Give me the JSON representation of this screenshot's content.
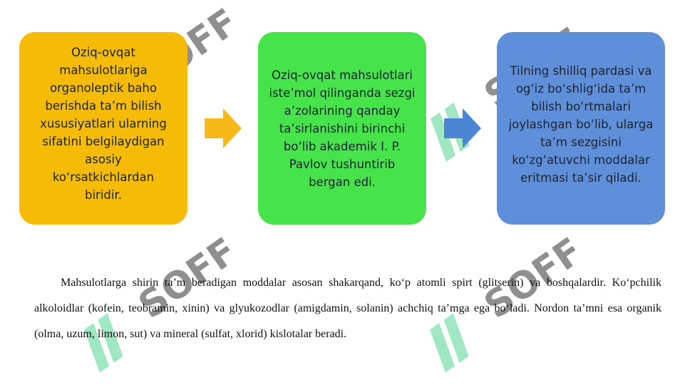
{
  "flow": {
    "box1": {
      "text": "Oziq-ovqat mahsulotlariga organoleptik baho berishda ta’m bilish xususiyatlari ularning sifatini belgilaydigan asosiy ko‘rsatkichlardan biridir.",
      "color": "#f5bb06"
    },
    "box2": {
      "text": "Oziq-ovqat mahsulotlari iste’mol qilinganda sezgi a’zolarining qanday ta’sirlanishini birinchi bo‘lib akademik I. P. Pavlov tushuntirib bergan edi.",
      "color": "#47e34a"
    },
    "box3": {
      "text": "Tilning shilliq pardasi va og‘iz bo‘shlig‘ida ta’m bilish bo‘rtmalari joylashgan bo‘lib, ularga ta’m sezgisini ko‘zg‘atuvchi moddalar eritmasi ta’sir qiladi.",
      "color": "#5f8fd8"
    },
    "arrow1_color": "#f7b81a",
    "arrow2_color": "#4a86d4"
  },
  "watermark": {
    "text": "SOFF",
    "color": "#2fc27a"
  },
  "paragraph": {
    "text": "Mahsulotlarga shirin ta’m beradigan moddalar asosan shakarqand, ko‘p atomli spirt (glitserin) va boshqalardir. Ko‘pchilik alkoloidlar (kofein, teobramin, xinin) va glyukozodlar (amigdamin, solanin) achchiq ta’mga ega bo‘ladi. Nordon ta’mni esa organik (olma, uzum, limon, sut) va mineral (sulfat, xlorid) kislotalar beradi."
  }
}
